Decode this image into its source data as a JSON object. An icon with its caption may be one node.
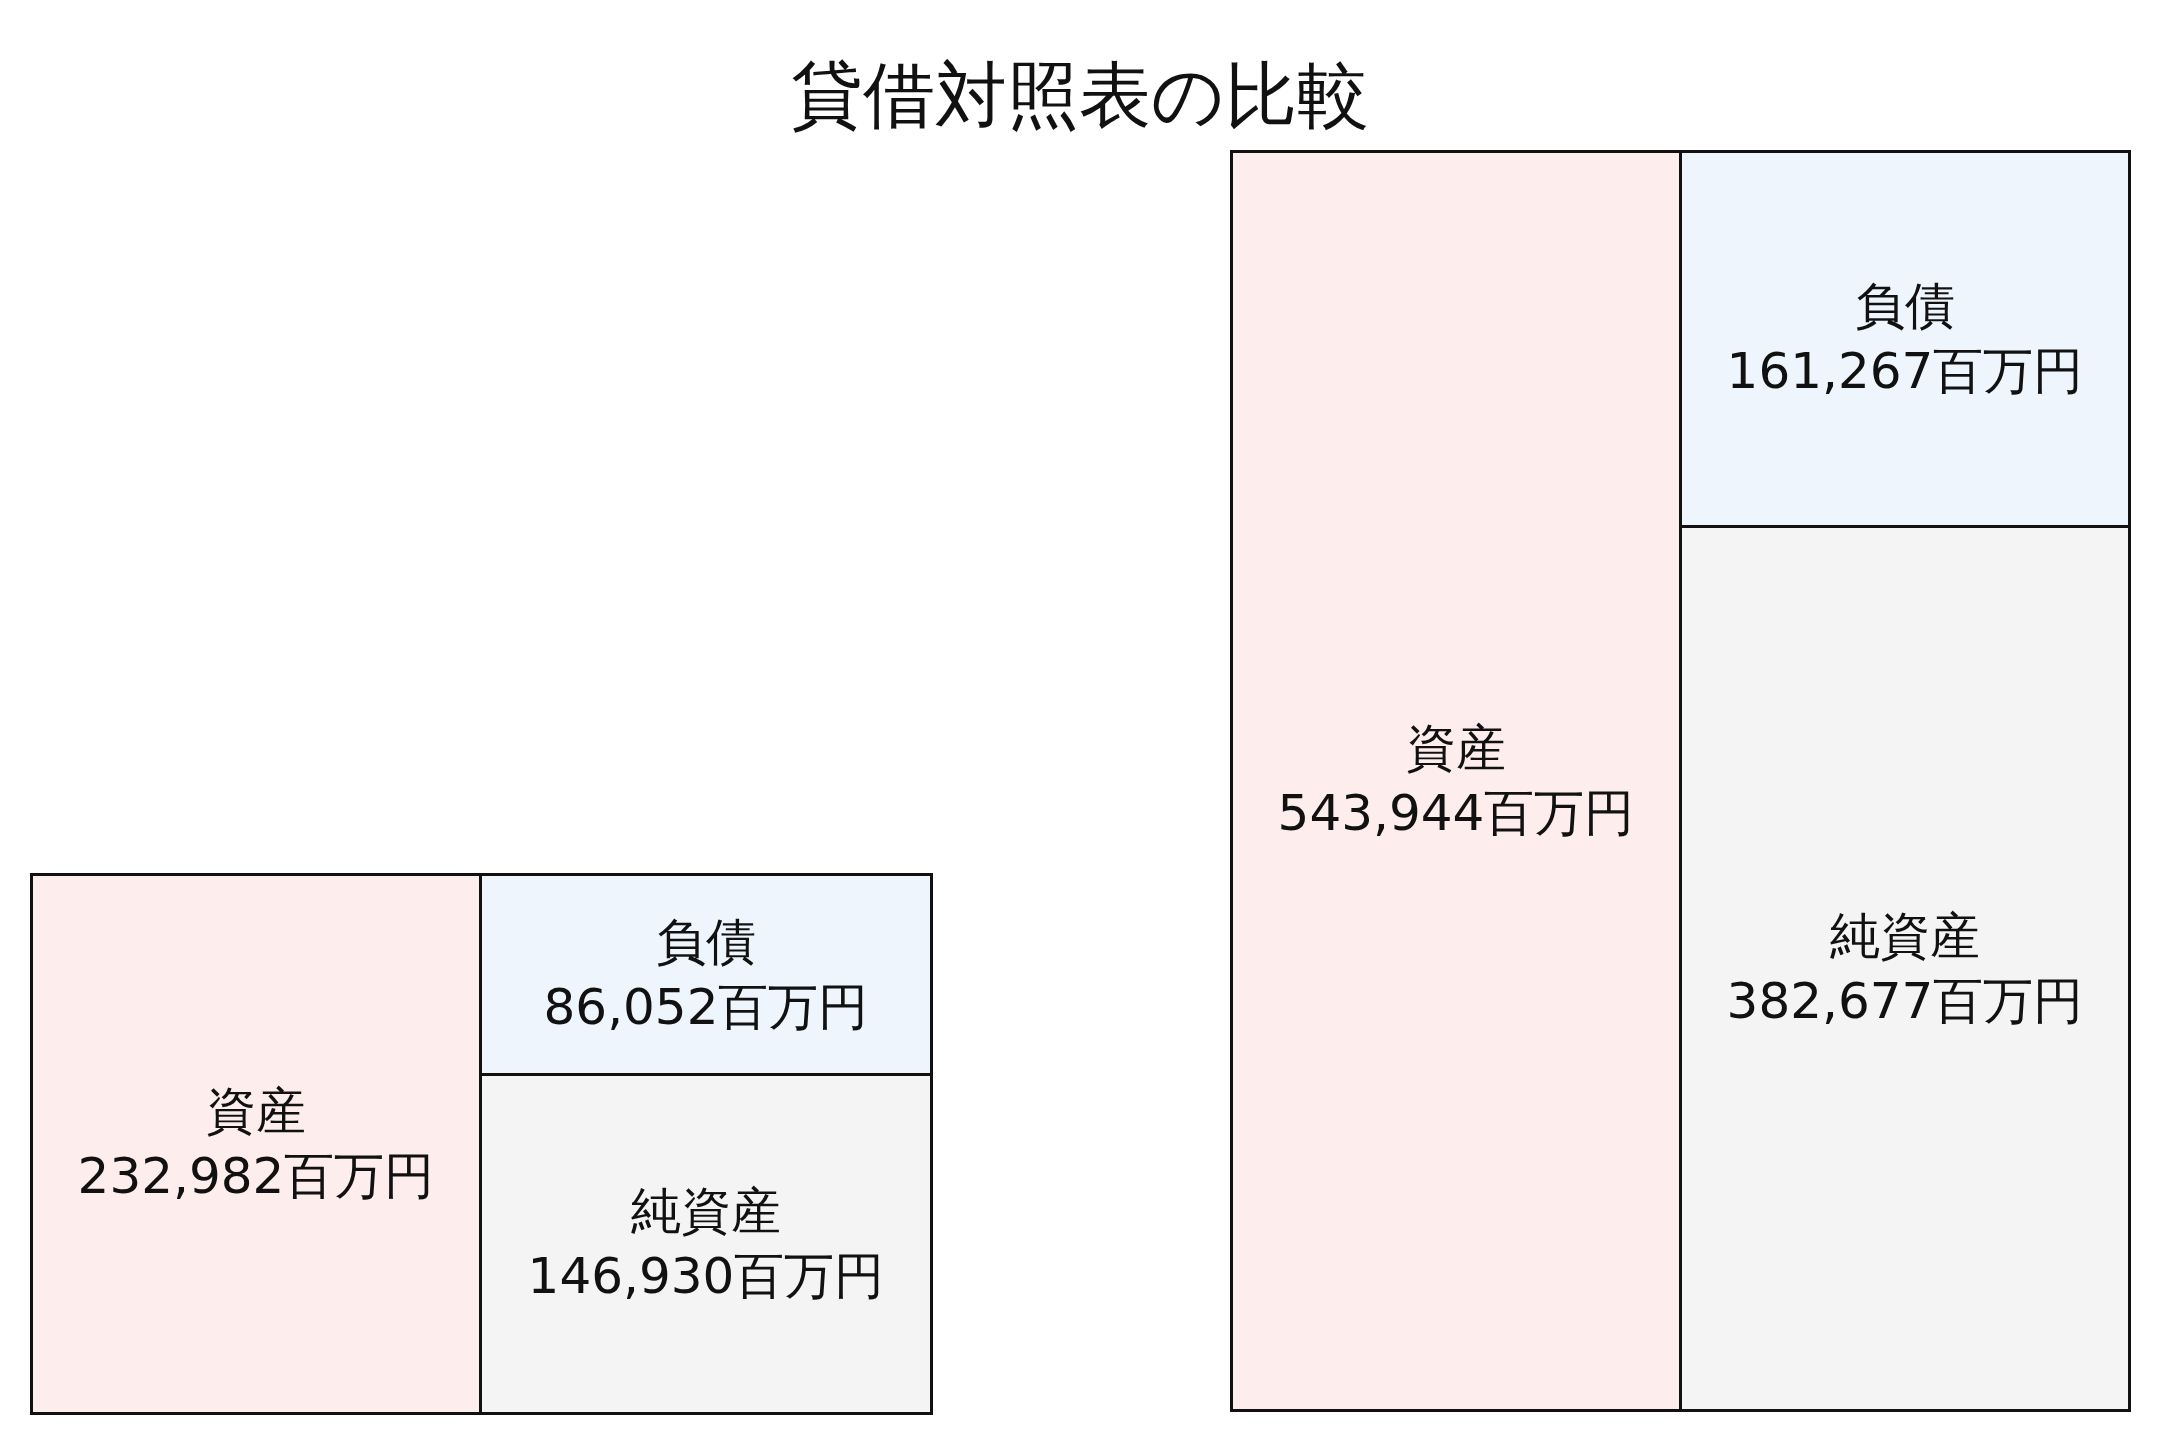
{
  "diagram": {
    "title": "貸借対照表の比較",
    "nodes": [
      {
        "text": [
          "資産",
          "232,982百万円"
        ]
      },
      {
        "text": [
          "負債",
          "86,052百万円"
        ]
      },
      {
        "text": [
          "純資産",
          "146,930百万円"
        ]
      },
      {
        "text": [
          "資産",
          "543,944百万円"
        ]
      },
      {
        "text": [
          "負債",
          "161,267百万円"
        ]
      },
      {
        "text": [
          "純資産",
          "382,677百万円"
        ]
      }
    ]
  }
}
